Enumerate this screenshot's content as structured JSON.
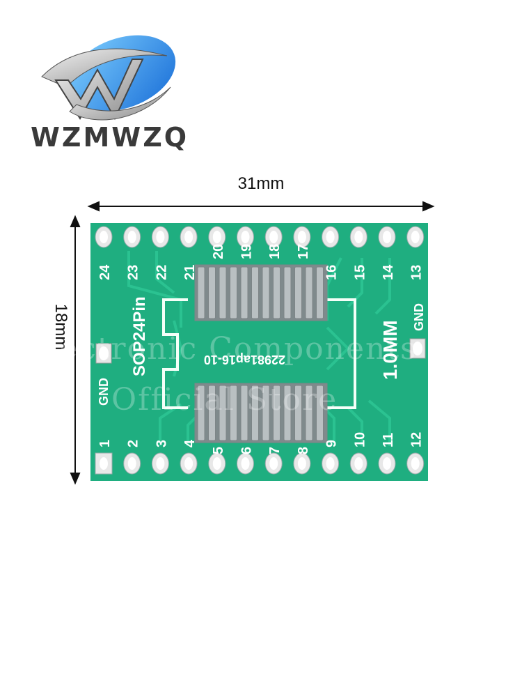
{
  "brand": {
    "name": "WZMWZQ",
    "logo_icon": "wzmwzq-w-swoosh-logo"
  },
  "dimensions": {
    "width": "31mm",
    "height": "18mm"
  },
  "board": {
    "color": "#1fae80",
    "footprint_label": "SOP24Pin",
    "pitch_label": "1.0MM",
    "code_label": "22981ap16-10",
    "gnd_left": "GND",
    "gnd_right": "GND",
    "top_pins": [
      "24",
      "23",
      "22",
      "21",
      "20",
      "19",
      "18",
      "17",
      "16",
      "15",
      "14",
      "13"
    ],
    "bottom_pins": [
      "1",
      "2",
      "3",
      "4",
      "5",
      "6",
      "7",
      "8",
      "9",
      "10",
      "11",
      "12"
    ]
  },
  "watermark": {
    "line1": "Electronic Components",
    "line2": "Official Store"
  }
}
